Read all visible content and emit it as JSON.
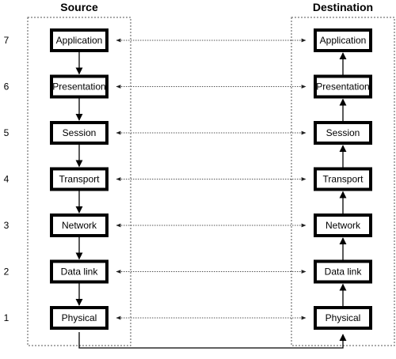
{
  "titles": {
    "source": "Source",
    "destination": "Destination"
  },
  "layers": [
    {
      "level": "7",
      "label": "Application"
    },
    {
      "level": "6",
      "label": "Presentation"
    },
    {
      "level": "5",
      "label": "Session"
    },
    {
      "level": "4",
      "label": "Transport"
    },
    {
      "level": "3",
      "label": "Network"
    },
    {
      "level": "2",
      "label": "Data link"
    },
    {
      "level": "1",
      "label": "Physical"
    }
  ]
}
